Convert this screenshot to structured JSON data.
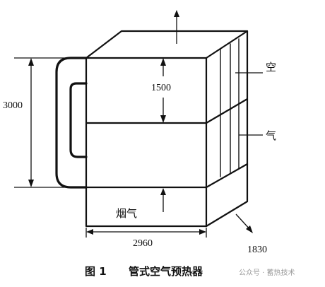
{
  "diagram": {
    "labels": {
      "air_char_1": "空",
      "air_char_2": "气",
      "flue_gas": "烟气"
    },
    "dimensions": {
      "total_height": "3000",
      "upper_section_height": "1500",
      "width": "2960",
      "depth": "1830"
    },
    "caption": {
      "figure_no": "图 1",
      "title": "管式空气预热器"
    },
    "watermark": "公众号 · 蓄热技术"
  }
}
